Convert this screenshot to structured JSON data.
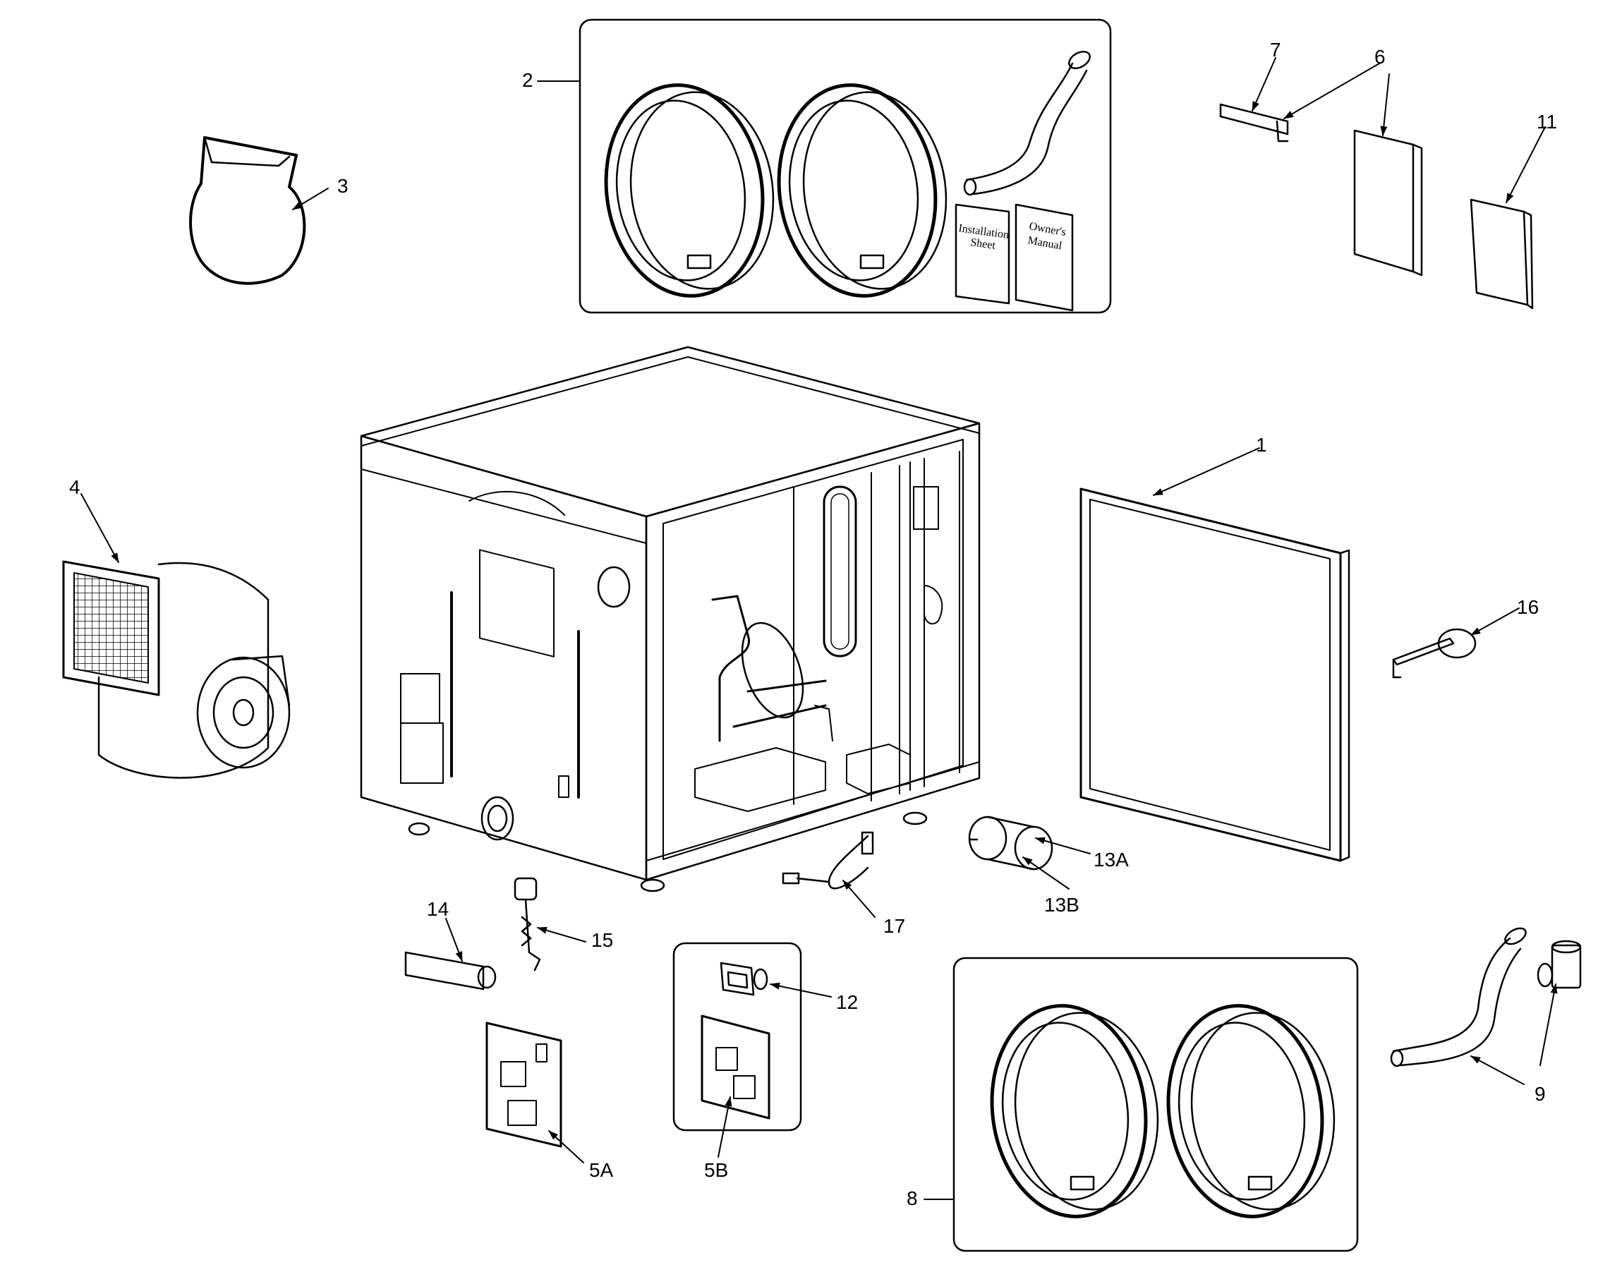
{
  "callouts": {
    "c1": "1",
    "c2": "2",
    "c3": "3",
    "c4": "4",
    "c5a": "5A",
    "c5b": "5B",
    "c6": "6",
    "c7": "7",
    "c8": "8",
    "c9": "9",
    "c11": "11",
    "c12": "12",
    "c13a": "13A",
    "c13b": "13B",
    "c14": "14",
    "c15": "15",
    "c16": "16",
    "c17": "17"
  },
  "docs": {
    "installation_l1": "Installation",
    "installation_l2": "Sheet",
    "manual_l1": "Owner's",
    "manual_l2": "Manual"
  }
}
